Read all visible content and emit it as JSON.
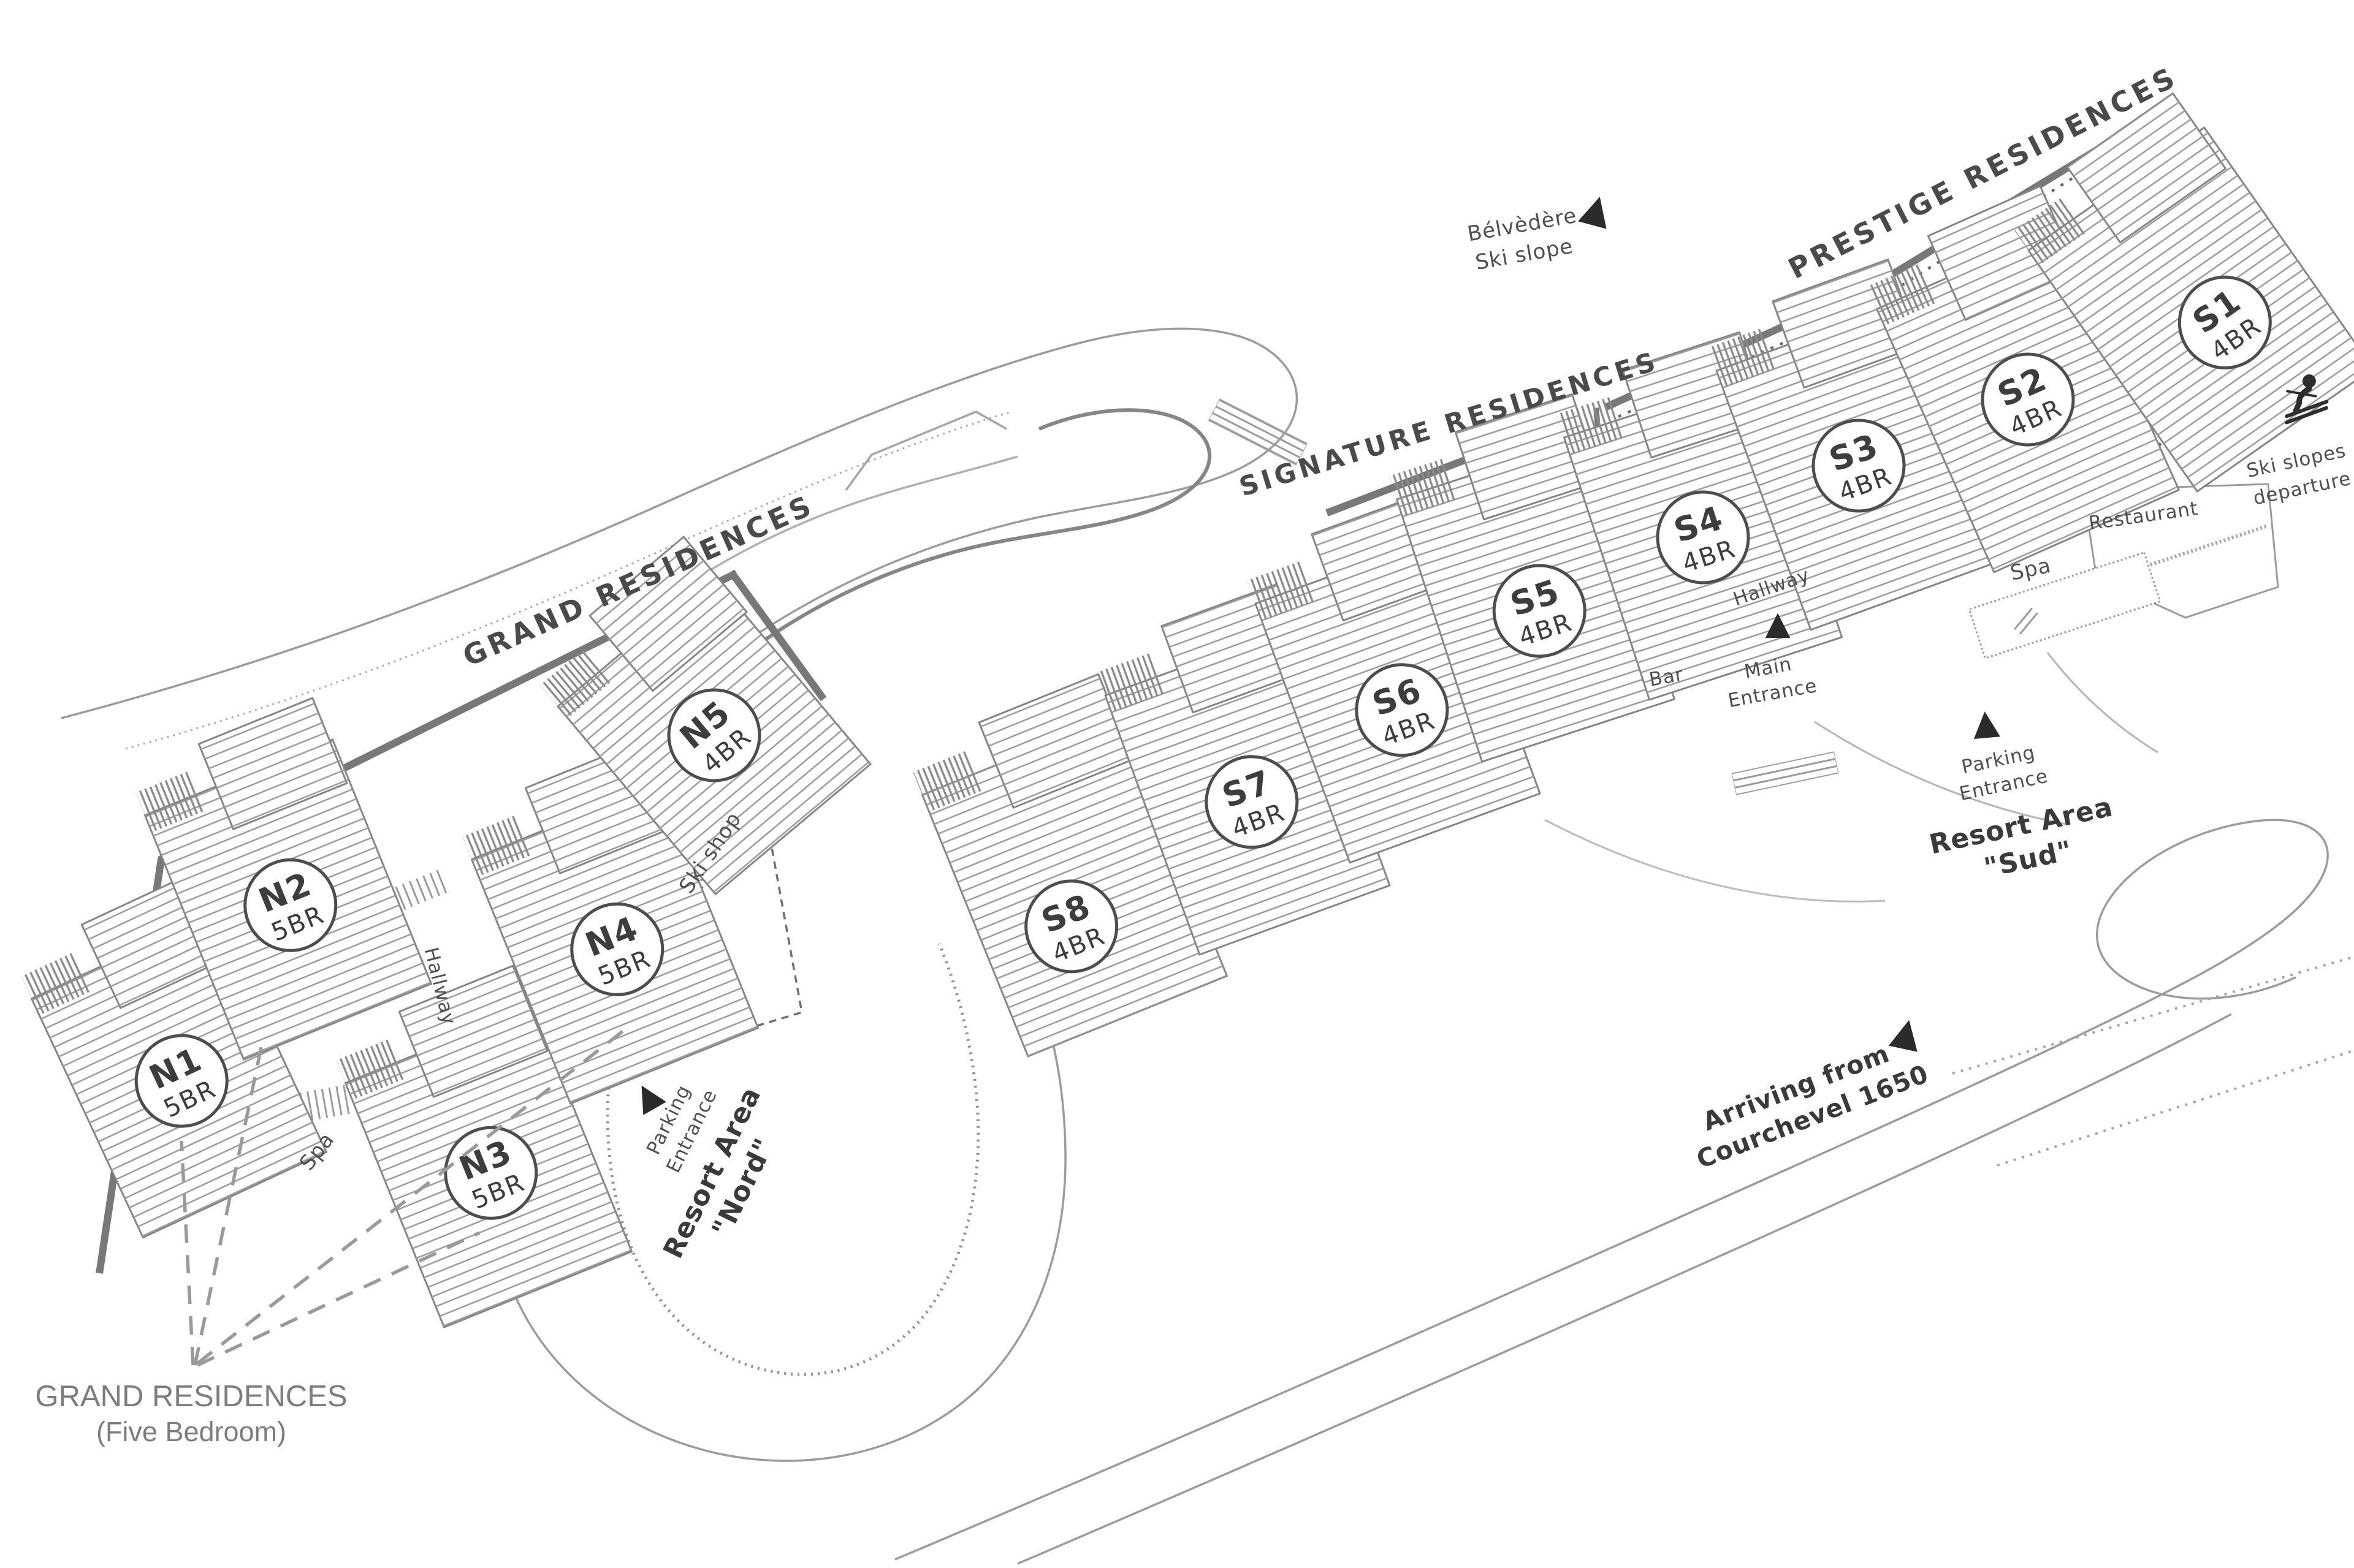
{
  "page": {
    "background": "#ffffff"
  },
  "colors": {
    "road_line": "#9c9c9c",
    "section_boundary": "#787878",
    "building_hatch": "#9a9a9a",
    "label_text": "#4f4f4f",
    "emphasis_text": "#3a3a3a",
    "arrow": "#2b2b2b",
    "legend_text": "#7d7d7d"
  },
  "sections": {
    "grand": "GRAND RESIDENCES",
    "signature": "SIGNATURE RESIDENCES",
    "prestige": "PRESTIGE RESIDENCES"
  },
  "buildings": [
    {
      "id": "N1",
      "bedrooms": "5BR"
    },
    {
      "id": "N2",
      "bedrooms": "5BR"
    },
    {
      "id": "N3",
      "bedrooms": "5BR"
    },
    {
      "id": "N4",
      "bedrooms": "5BR"
    },
    {
      "id": "N5",
      "bedrooms": "4BR"
    },
    {
      "id": "S1",
      "bedrooms": "4BR"
    },
    {
      "id": "S2",
      "bedrooms": "4BR"
    },
    {
      "id": "S3",
      "bedrooms": "4BR"
    },
    {
      "id": "S4",
      "bedrooms": "4BR"
    },
    {
      "id": "S5",
      "bedrooms": "4BR"
    },
    {
      "id": "S6",
      "bedrooms": "4BR"
    },
    {
      "id": "S7",
      "bedrooms": "4BR"
    },
    {
      "id": "S8",
      "bedrooms": "4BR"
    }
  ],
  "labels": {
    "belvedere_line1": "Bélvèdère",
    "belvedere_line2": "Ski slope",
    "ski_departure_line1": "Ski slopes",
    "ski_departure_line2": "departure",
    "restaurant": "Restaurant",
    "spa_right": "Spa",
    "hallway_right": "Hallway",
    "bar": "Bar",
    "main_entrance_line1": "Main",
    "main_entrance_line2": "Entrance",
    "parking_sud_line1": "Parking",
    "parking_sud_line2": "Entrance",
    "resort_sud_line1": "Resort Area",
    "resort_sud_line2": "\"Sud\"",
    "arriving_line1": "Arriving from",
    "arriving_line2": "Courchevel 1650",
    "parking_nord_line1": "Parking",
    "parking_nord_line2": "Entrance",
    "resort_nord_line1": "Resort Area",
    "resort_nord_line2": "\"Nord\"",
    "hallway_left": "Hallway",
    "ski_shop": "Ski shop",
    "spa_left": "Spa"
  },
  "legend": {
    "line1": "GRAND RESIDENCES",
    "line2": "(Five Bedroom)"
  }
}
